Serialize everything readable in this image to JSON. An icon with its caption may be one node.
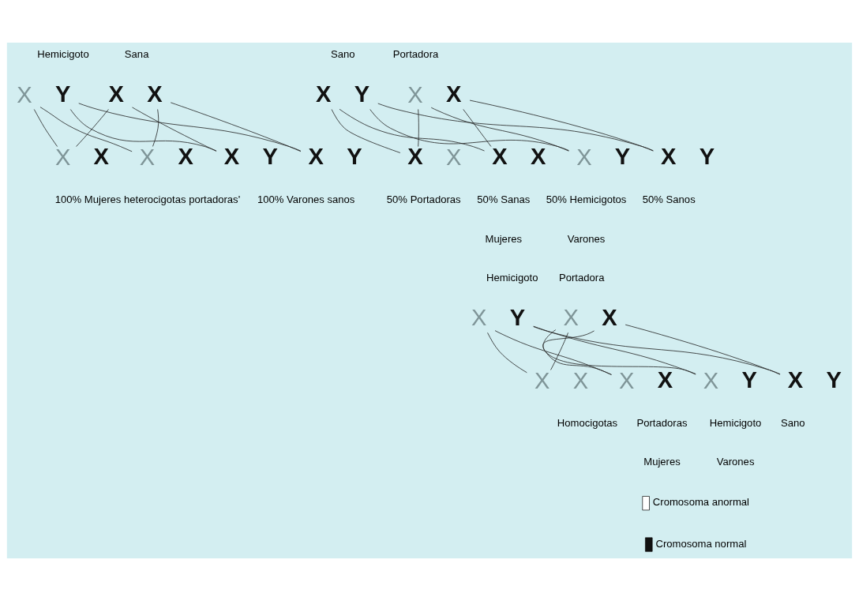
{
  "diagram": {
    "nodes": [
      {
        "text": [
          "X"
        ]
      },
      {
        "text": [
          "Y"
        ]
      },
      {
        "text": [
          "X"
        ]
      },
      {
        "text": [
          "X"
        ]
      },
      {
        "text": [
          "X"
        ]
      },
      {
        "text": [
          "X"
        ]
      },
      {
        "text": [
          "X"
        ]
      },
      {
        "text": [
          "X"
        ]
      },
      {
        "text": [
          "X"
        ]
      },
      {
        "text": [
          "Y"
        ]
      },
      {
        "text": [
          "X"
        ]
      },
      {
        "text": [
          "Y"
        ]
      },
      {
        "text": [
          "X"
        ]
      },
      {
        "text": [
          "Y"
        ]
      },
      {
        "text": [
          "X"
        ]
      },
      {
        "text": [
          "X"
        ]
      },
      {
        "text": [
          "X"
        ]
      },
      {
        "text": [
          "X"
        ]
      },
      {
        "text": [
          "X"
        ]
      },
      {
        "text": [
          "X"
        ]
      },
      {
        "text": [
          "X"
        ]
      },
      {
        "text": [
          "Y"
        ]
      },
      {
        "text": [
          "X"
        ]
      },
      {
        "text": [
          "Y"
        ]
      },
      {
        "text": [
          "X"
        ]
      },
      {
        "text": [
          "Y"
        ]
      },
      {
        "text": [
          "X"
        ]
      },
      {
        "text": [
          "X"
        ]
      },
      {
        "text": [
          "X"
        ]
      },
      {
        "text": [
          "X"
        ]
      },
      {
        "text": [
          "X"
        ]
      },
      {
        "text": [
          "X"
        ]
      },
      {
        "text": [
          "X"
        ]
      },
      {
        "text": [
          "Y"
        ]
      },
      {
        "text": [
          "X"
        ]
      },
      {
        "text": [
          "Y"
        ]
      }
    ],
    "edges": [
      {
        "from": 0,
        "to": 4,
        "arrow": "none"
      },
      {
        "from": 0,
        "to": 6,
        "arrow": "none"
      },
      {
        "from": 1,
        "to": 8,
        "arrow": "none"
      },
      {
        "from": 1,
        "to": 10,
        "arrow": "none"
      },
      {
        "from": 2,
        "to": 4,
        "arrow": "none"
      },
      {
        "from": 2,
        "to": 8,
        "arrow": "none"
      },
      {
        "from": 3,
        "to": 6,
        "arrow": "none"
      },
      {
        "from": 3,
        "to": 10,
        "arrow": "none"
      },
      {
        "from": 12,
        "to": 16,
        "arrow": "none"
      },
      {
        "from": 12,
        "to": 18,
        "arrow": "none"
      },
      {
        "from": 13,
        "to": 20,
        "arrow": "none"
      },
      {
        "from": 13,
        "to": 22,
        "arrow": "none"
      },
      {
        "from": 14,
        "to": 16,
        "arrow": "none"
      },
      {
        "from": 14,
        "to": 20,
        "arrow": "none"
      },
      {
        "from": 15,
        "to": 18,
        "arrow": "none"
      },
      {
        "from": 15,
        "to": 22,
        "arrow": "none"
      },
      {
        "from": 24,
        "to": 28,
        "arrow": "none"
      },
      {
        "from": 24,
        "to": 30,
        "arrow": "none"
      },
      {
        "from": 25,
        "to": 32,
        "arrow": "none"
      },
      {
        "from": 25,
        "to": 34,
        "arrow": "none"
      },
      {
        "from": 26,
        "to": 28,
        "arrow": "none"
      },
      {
        "from": 26,
        "to": 32,
        "arrow": "none"
      },
      {
        "from": 27,
        "to": 30,
        "arrow": "none"
      },
      {
        "from": 27,
        "to": 34,
        "arrow": "none"
      }
    ],
    "labels": [
      "Hemicigoto",
      "Sana",
      "100% Mujeres heterocigotas portadoras'",
      "100% Varones sanos",
      "Sano",
      "Portadora",
      "50% Portadoras",
      "50% Sanas",
      "50% Hemicigotos",
      "50% Sanos",
      "Mujeres",
      "Varones",
      "Hemicigoto",
      "Portadora",
      "Homocigotas",
      "Portadoras",
      "Mujeres",
      "Hemicigoto",
      "Sano",
      "Varones"
    ],
    "legend": [
      {
        "text": "Cromosoma anormal"
      },
      {
        "text": "Cromosoma normal"
      }
    ]
  }
}
